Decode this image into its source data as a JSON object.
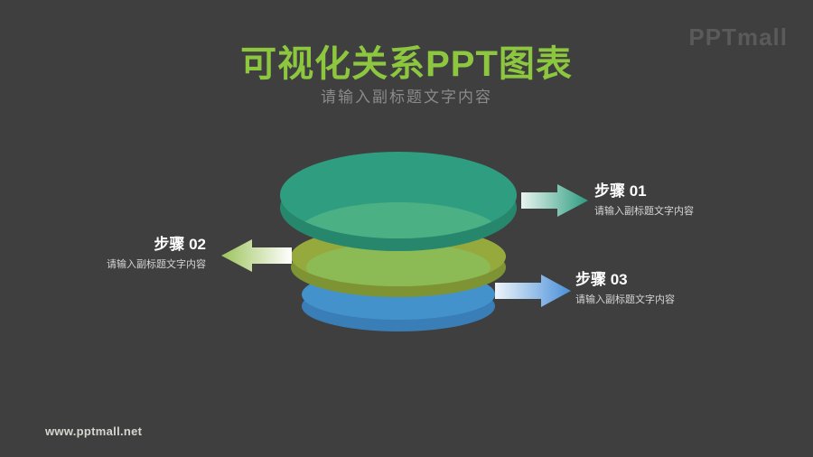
{
  "header": {
    "title": "可视化关系PPT图表",
    "subtitle": "请输入副标题文字内容"
  },
  "logo": {
    "text": "PPTmall"
  },
  "footer": {
    "url": "www.pptmall.net"
  },
  "diagram": {
    "type": "stacked-3d-discs",
    "discs": [
      {
        "position": "top",
        "color_name": "teal"
      },
      {
        "position": "middle",
        "color_name": "olive-green"
      },
      {
        "position": "bottom",
        "color_name": "blue"
      }
    ],
    "steps": [
      {
        "label": "步骤 01",
        "desc": "请输入副标题文字内容",
        "direction": "right"
      },
      {
        "label": "步骤 02",
        "desc": "请输入副标题文字内容",
        "direction": "left"
      },
      {
        "label": "步骤 03",
        "desc": "请输入副标题文字内容",
        "direction": "right"
      }
    ]
  },
  "colors": {
    "background": "#3f3f3f",
    "title_green": "#8dc63f",
    "subtitle_gray": "#8a8a8a",
    "logo_gray": "#5a5a5a",
    "url_text": "#d3d7cd",
    "step_label_white": "#ffffff",
    "step_desc_gray": "#d6d6d6",
    "disc_top": "#2f9e80",
    "disc_top_rim": "#27876d",
    "disc_top_inner": "#4bb084",
    "disc_mid": "#96a93d",
    "disc_mid_rim": "#7e9434",
    "disc_mid_inner": "#8cba55",
    "disc_bottom": "#4492cc",
    "disc_bottom_rim": "#3a7eb7",
    "arrow1_from": "#e9f4ef",
    "arrow1_to": "#2c9c80",
    "arrow2_from": "#9dc35c",
    "arrow2_to": "#ffffff",
    "arrow3_from": "#eef4fa",
    "arrow3_to": "#4a90d9"
  }
}
